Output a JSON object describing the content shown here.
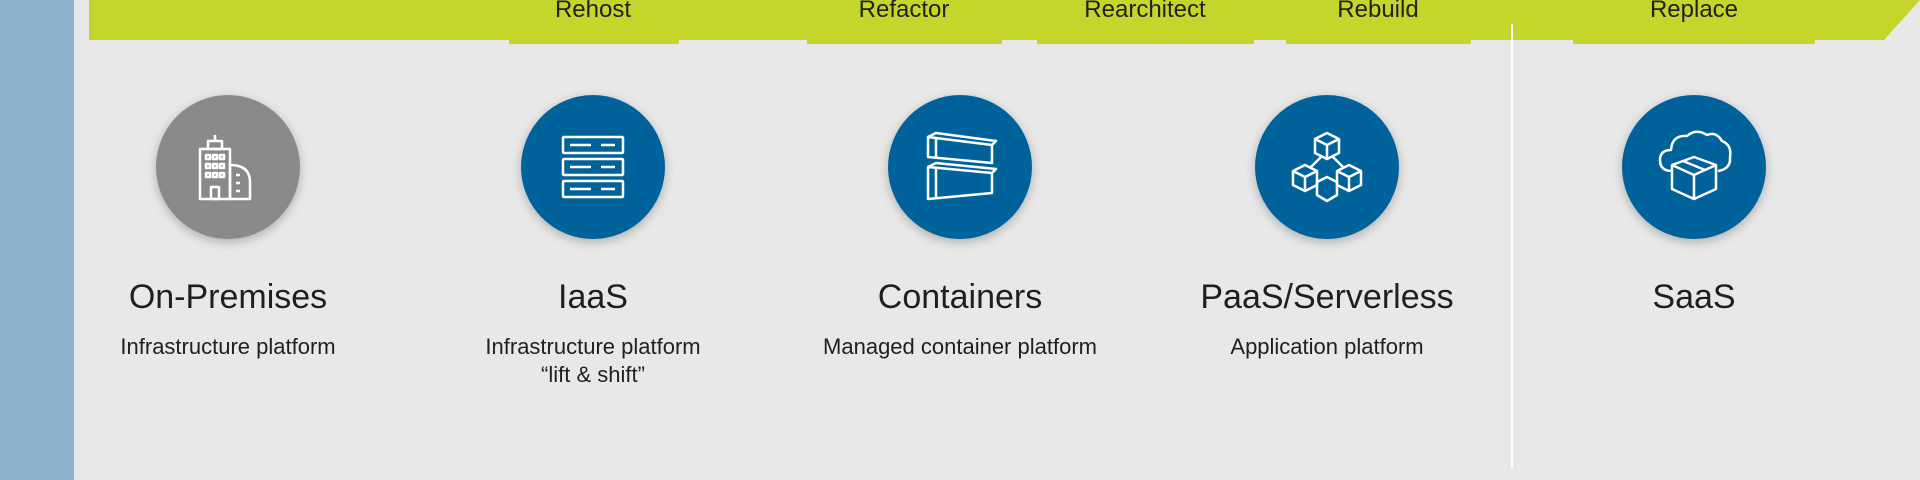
{
  "colors": {
    "background": "#e8e8e8",
    "left_band": "#8db3cc",
    "banner": "#c5d52b",
    "circle_gray": "#8a8a8a",
    "circle_blue": "#00629b",
    "divider": "#ffffff"
  },
  "tabs": [
    {
      "label": "Rehost"
    },
    {
      "label": "Refactor"
    },
    {
      "label": "Rearchitect"
    },
    {
      "label": "Rebuild"
    },
    {
      "label": "Replace"
    }
  ],
  "columns": [
    {
      "title": "On-Premises",
      "subtitle": "Infrastructure platform",
      "subtitle2": "",
      "icon": "office-building-icon",
      "color": "gray"
    },
    {
      "title": "IaaS",
      "subtitle": "Infrastructure platform",
      "subtitle2": "“lift & shift”",
      "icon": "server-rack-icon",
      "color": "blue"
    },
    {
      "title": "Containers",
      "subtitle": "Managed container platform",
      "subtitle2": "",
      "icon": "container-icon",
      "color": "blue"
    },
    {
      "title": "PaaS/Serverless",
      "subtitle": "Application platform",
      "subtitle2": "",
      "icon": "cubes-icon",
      "color": "blue"
    },
    {
      "title": "SaaS",
      "subtitle": "",
      "subtitle2": "",
      "icon": "cloud-box-icon",
      "color": "blue"
    }
  ]
}
